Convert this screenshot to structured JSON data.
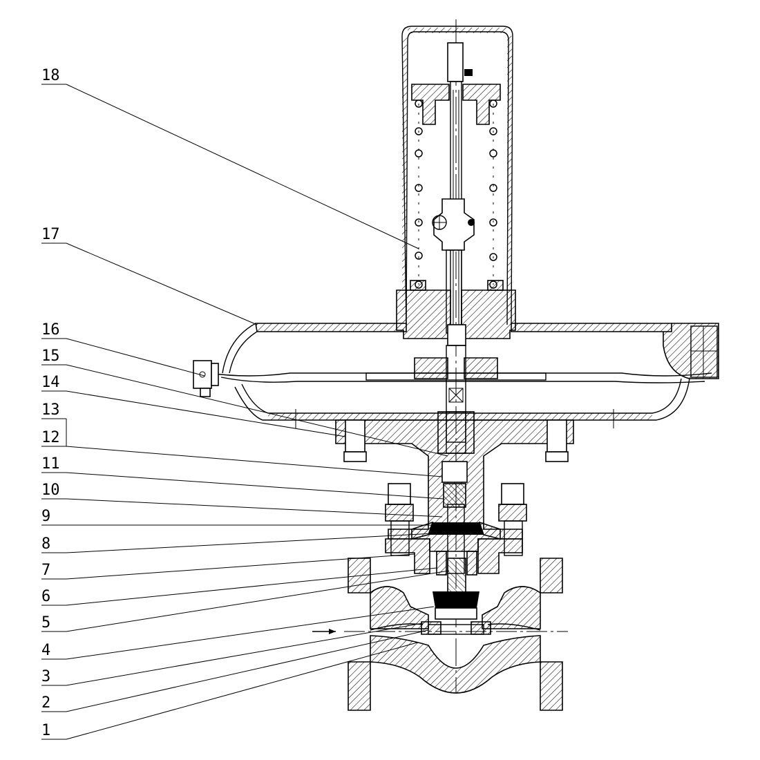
{
  "diagram": {
    "title": "Self-operated pressure regulating valve – sectional drawing",
    "part_numbers": [
      "1",
      "2",
      "3",
      "4",
      "5",
      "6",
      "7",
      "8",
      "9",
      "10",
      "11",
      "12",
      "13",
      "14",
      "15",
      "16",
      "17",
      "18"
    ],
    "colors": {
      "line": "#000000",
      "background": "#ffffff"
    }
  }
}
